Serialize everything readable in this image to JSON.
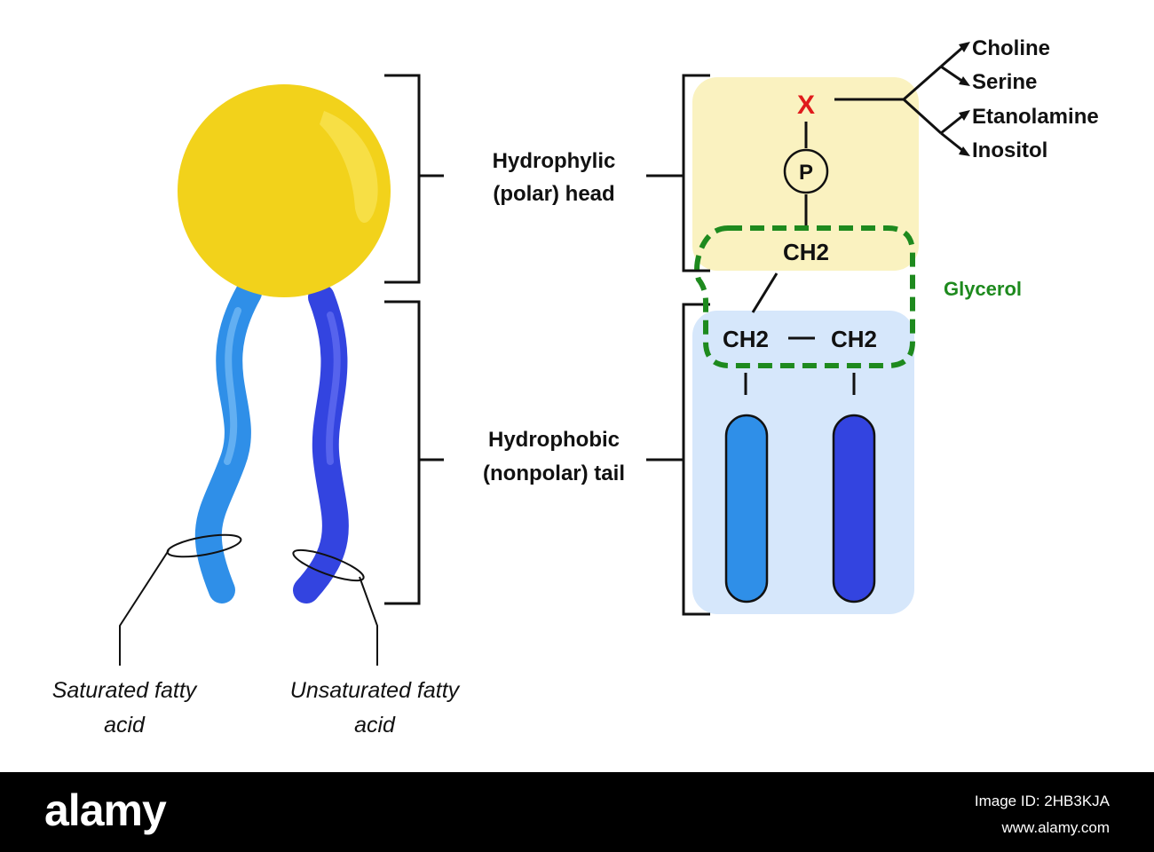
{
  "labels": {
    "hydrophilic_line1": "Hydrophylic",
    "hydrophilic_line2": "(polar) head",
    "hydrophobic_line1": "Hydrophobic",
    "hydrophobic_line2": "(nonpolar) tail",
    "saturated_line1": "Saturated fatty",
    "saturated_line2": "acid",
    "unsaturated_line1": "Unsaturated fatty",
    "unsaturated_line2": "acid"
  },
  "structure": {
    "x_group": "X",
    "phosphate": "P",
    "ch2_top": "CH2",
    "ch2_left": "CH2",
    "ch2_right": "CH2",
    "glycerol": "Glycerol",
    "x_options": [
      "Choline",
      "Serine",
      "Etanolamine",
      "Inositol"
    ]
  },
  "watermark": {
    "logo": "alamy",
    "image_id": "Image ID: 2HB3KJA",
    "url": "www.alamy.com"
  },
  "colors": {
    "head": "#F2D21B",
    "saturated_tail": "#2F8FE8",
    "unsaturated_tail": "#3344E0",
    "head_box": "#FAF2C0",
    "tail_box": "#D6E7FB",
    "glycerol": "#1E8A1E",
    "x_group": "#E01B1B"
  }
}
